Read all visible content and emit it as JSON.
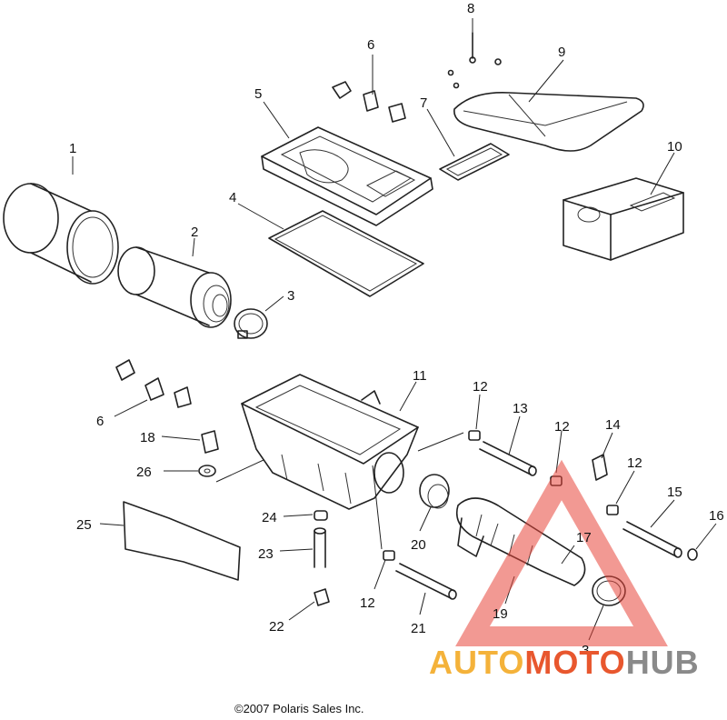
{
  "diagram": {
    "labels": [
      {
        "id": "l1",
        "text": "1"
      },
      {
        "id": "l2",
        "text": "2"
      },
      {
        "id": "l3a",
        "text": "3"
      },
      {
        "id": "l4",
        "text": "4"
      },
      {
        "id": "l5",
        "text": "5"
      },
      {
        "id": "l6a",
        "text": "6"
      },
      {
        "id": "l7",
        "text": "7"
      },
      {
        "id": "l8",
        "text": "8"
      },
      {
        "id": "l9",
        "text": "9"
      },
      {
        "id": "l10",
        "text": "10"
      },
      {
        "id": "l6b",
        "text": "6"
      },
      {
        "id": "l11",
        "text": "11"
      },
      {
        "id": "l12a",
        "text": "12"
      },
      {
        "id": "l13",
        "text": "13"
      },
      {
        "id": "l12b",
        "text": "12"
      },
      {
        "id": "l14",
        "text": "14"
      },
      {
        "id": "l12c",
        "text": "12"
      },
      {
        "id": "l15",
        "text": "15"
      },
      {
        "id": "l16",
        "text": "16"
      },
      {
        "id": "l18",
        "text": "18"
      },
      {
        "id": "l26",
        "text": "26"
      },
      {
        "id": "l25",
        "text": "25"
      },
      {
        "id": "l24",
        "text": "24"
      },
      {
        "id": "l23",
        "text": "23"
      },
      {
        "id": "l20",
        "text": "20"
      },
      {
        "id": "l17",
        "text": "17"
      },
      {
        "id": "l12d",
        "text": "12"
      },
      {
        "id": "l19",
        "text": "19"
      },
      {
        "id": "l22",
        "text": "22"
      },
      {
        "id": "l21",
        "text": "21"
      },
      {
        "id": "l3b",
        "text": "3"
      }
    ],
    "copyright": "©2007 Polaris Sales Inc."
  },
  "watermark": {
    "part1": "AUTO",
    "part2": "MOTO",
    "part3": "HUB",
    "colors": {
      "auto": "#f4b23a",
      "moto": "#e8572e",
      "hub": "#8a8a8a",
      "triangle": "#e8463a"
    }
  }
}
